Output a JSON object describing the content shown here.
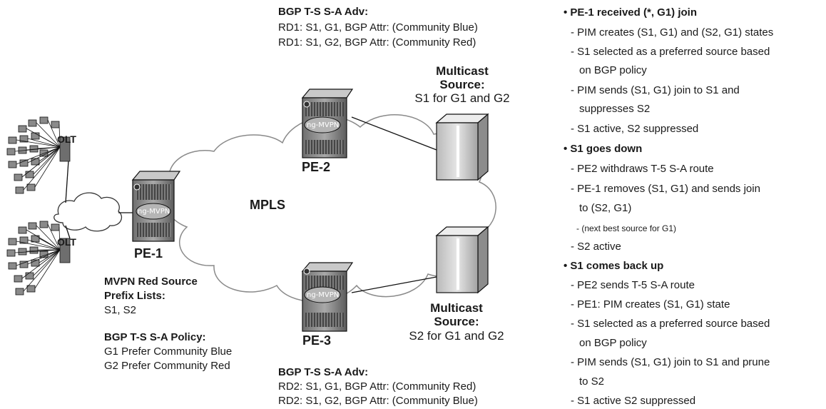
{
  "top_adv": {
    "title": "BGP T-S S-A Adv:",
    "line1": "RD1: S1, G1, BGP Attr: (Community Blue)",
    "line2": "RD1: S1, G2, BGP Attr: (Community Red)"
  },
  "bottom_adv": {
    "title": "BGP T-S S-A Adv:",
    "line1": "RD2: S1, G1, BGP Attr: (Community Red)",
    "line2": "RD2: S1, G2, BGP Attr: (Community Blue)"
  },
  "source_top": {
    "line1": "Multicast",
    "line2": "Source:",
    "line3": "S1 for G1 and G2"
  },
  "source_bottom": {
    "line1": "Multicast",
    "line2": "Source:",
    "line3": "S2 for G1 and G2"
  },
  "routers": {
    "pe1": "PE-1",
    "pe2": "PE-2",
    "pe3": "PE-3",
    "chip": "ng-MVPN"
  },
  "olt": {
    "top": "OLT",
    "bottom": "OLT"
  },
  "cloud_label": "MPLS",
  "prefix_lists": {
    "line1": "MVPN Red Source",
    "line2": "Prefix Lists:",
    "line3": "S1, S2"
  },
  "policy": {
    "title": "BGP T-S S-A Policy:",
    "line1": "G1 Prefer Community Blue",
    "line2": "G2 Prefer Community Red"
  },
  "notes": {
    "h1": "• PE-1 received (*, G1) join",
    "n1": "- PIM creates (S1, G1) and (S2, G1) states",
    "n2a": "- S1 selected as a preferred source based",
    "n2b": "on BGP policy",
    "n3a": "- PIM sends (S1, G1) join to S1 and",
    "n3b": "suppresses S2",
    "n4": "- S1 active, S2 suppressed",
    "h2": "• S1 goes down",
    "n5": "- PE2 withdraws T-5 S-A route",
    "n6a": "- PE-1 removes (S1, G1) and sends join",
    "n6b": "to (S2, G1)",
    "n7": "- (next best source for G1)",
    "n8": "- S2 active",
    "h3": "• S1 comes back up",
    "n9": "- PE2 sends T-5 S-A route",
    "n10": "- PE1: PIM creates (S1, G1) state",
    "n11a": "- S1 selected as a preferred source based",
    "n11b": "on BGP policy",
    "n12a": "- PIM sends (S1, G1) join to S1 and prune",
    "n12b": "to S2",
    "n13": "- S1 active S2 suppressed"
  }
}
